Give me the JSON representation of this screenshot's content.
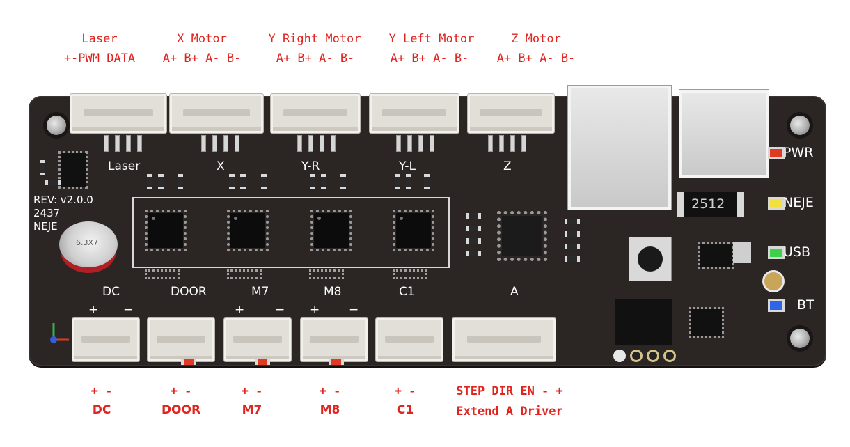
{
  "top_labels": {
    "laser": {
      "title": "Laser",
      "pins": "+-PWM DATA"
    },
    "x_motor": {
      "title": "X Motor",
      "pins": "A+ B+ A- B-"
    },
    "y_right_motor": {
      "title": "Y Right Motor",
      "pins": "A+ B+ A- B-"
    },
    "y_left_motor": {
      "title": "Y Left Motor",
      "pins": "A+ B+ A- B-"
    },
    "z_motor": {
      "title": "Z Motor",
      "pins": "A+ B+ A- B-"
    }
  },
  "bottom_labels": {
    "dc": {
      "pins": "+ -",
      "name": "DC"
    },
    "door": {
      "pins": "+ -",
      "name": "DOOR"
    },
    "m7": {
      "pins": "+ -",
      "name": "M7"
    },
    "m8": {
      "pins": "+ -",
      "name": "M8"
    },
    "c1": {
      "pins": "+ -",
      "name": "C1"
    },
    "extend": {
      "pins": "STEP DIR EN - +",
      "name": "Extend A Driver"
    }
  },
  "silkscreen": {
    "laser": "Laser",
    "x": "X",
    "y_r": "Y-R",
    "y_l": "Y-L",
    "z": "Z",
    "rev": "REV: v2.0.0",
    "code": "2437",
    "brand": "NEJE",
    "dc": "DC",
    "door": "DOOR",
    "m7": "M7",
    "m8": "M8",
    "c1": "C1",
    "a": "A",
    "plus": "+",
    "minus": "−",
    "pwr": "PWR",
    "neje": "NEJE",
    "usb": "USB",
    "bt": "BT",
    "resistor": "2512",
    "cap": "6.3X7"
  },
  "colors": {
    "annotation": "#e0241f",
    "board": "#2b2624",
    "led_pwr": "#e03a24",
    "led_neje": "#f2e03c",
    "led_usb": "#3ed04a",
    "led_bt": "#2f66e8"
  }
}
